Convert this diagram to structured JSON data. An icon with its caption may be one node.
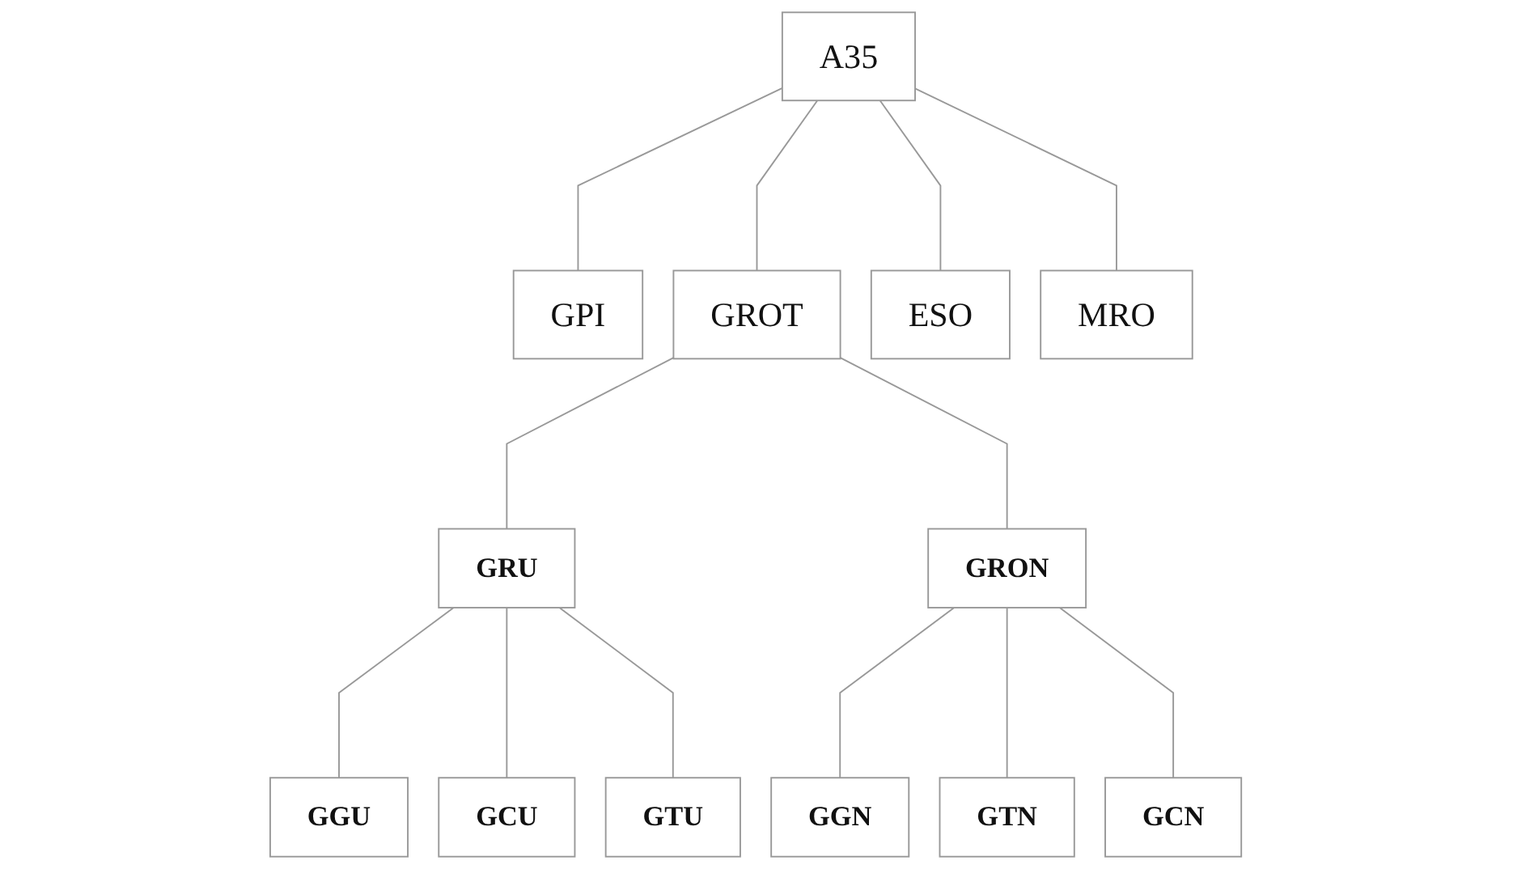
{
  "diagram": {
    "nodes": [
      {
        "text": [
          "A35"
        ]
      },
      {
        "text": [
          "GPI"
        ]
      },
      {
        "text": [
          "GROT"
        ]
      },
      {
        "text": [
          "ESO"
        ]
      },
      {
        "text": [
          "MRO"
        ]
      },
      {
        "text": [
          "GRU"
        ]
      },
      {
        "text": [
          "GRON"
        ]
      },
      {
        "text": [
          "GGU"
        ]
      },
      {
        "text": [
          "GCU"
        ]
      },
      {
        "text": [
          "GTU"
        ]
      },
      {
        "text": [
          "GGN"
        ]
      },
      {
        "text": [
          "GTN"
        ]
      },
      {
        "text": [
          "GCN"
        ]
      }
    ],
    "edges": [
      {
        "from": 0,
        "to": 1,
        "arrow": "none"
      },
      {
        "from": 0,
        "to": 2,
        "arrow": "none"
      },
      {
        "from": 0,
        "to": 3,
        "arrow": "none"
      },
      {
        "from": 0,
        "to": 4,
        "arrow": "none"
      },
      {
        "from": 2,
        "to": 5,
        "arrow": "none"
      },
      {
        "from": 2,
        "to": 6,
        "arrow": "none"
      },
      {
        "from": 5,
        "to": 7,
        "arrow": "none"
      },
      {
        "from": 5,
        "to": 8,
        "arrow": "none"
      },
      {
        "from": 5,
        "to": 9,
        "arrow": "none"
      },
      {
        "from": 6,
        "to": 10,
        "arrow": "none"
      },
      {
        "from": 6,
        "to": 11,
        "arrow": "none"
      },
      {
        "from": 6,
        "to": 12,
        "arrow": "none"
      }
    ]
  }
}
